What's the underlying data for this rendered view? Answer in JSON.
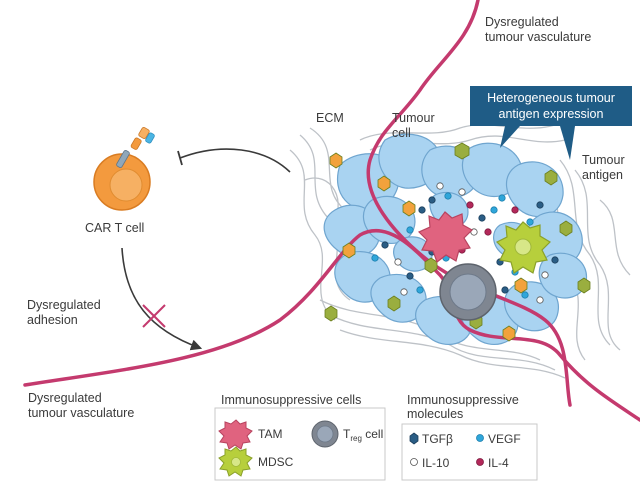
{
  "labels": {
    "vasculature_top_1": "Dysregulated",
    "vasculature_top_2": "tumour vasculature",
    "ecm": "ECM",
    "tumour_cell_1": "Tumour",
    "tumour_cell_2": "cell",
    "tumour_antigen_1": "Tumour",
    "tumour_antigen_2": "antigen",
    "car_t": "CAR T cell",
    "adhesion_1": "Dysregulated",
    "adhesion_2": "adhesion",
    "vasculature_bottom_1": "Dysregulated",
    "vasculature_bottom_2": "tumour vasculature"
  },
  "callout": {
    "line1": "Heterogeneous tumour",
    "line2": "antigen expression"
  },
  "legend_cells": {
    "title": "Immunosuppressive cells",
    "tam": "TAM",
    "treg_main": "T",
    "treg_sub": "reg",
    "treg_tail": " cell",
    "mdsc": "MDSC"
  },
  "legend_molecules": {
    "title_1": "Immunosuppressive",
    "title_2": "molecules",
    "tgfb": "TGFβ",
    "vegf": "VEGF",
    "il10": "IL-10",
    "il4": "IL-4"
  },
  "colors": {
    "tumour_cell": "#a9d3f1",
    "vessel": "#c43a6e",
    "car_t": "#f39a3e",
    "tam": "#e0637f",
    "mdsc": "#b7cf3c",
    "treg": "#7f8691",
    "callout": "#1f5c86",
    "tgfb": "#2a5d85",
    "vegf": "#2fa6da",
    "il4": "#b3285a",
    "antigen": "#9aae3f"
  }
}
